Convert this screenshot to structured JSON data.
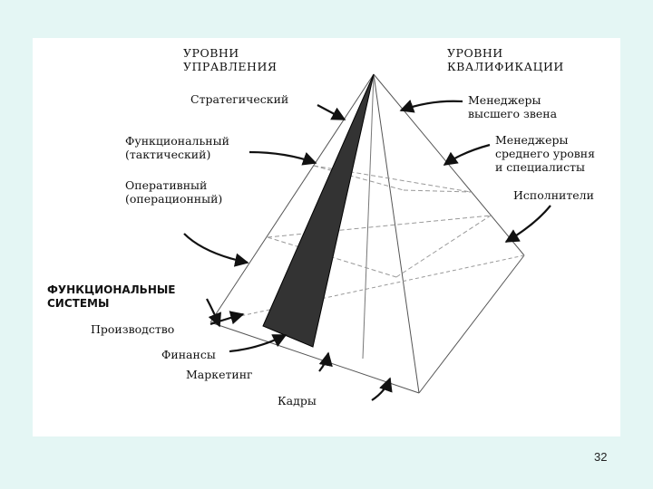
{
  "headers": {
    "management_levels": "УРОВНИ\nУПРАВЛЕНИЯ",
    "qualification_levels": "УРОВНИ\nКВАЛИФИКАЦИИ"
  },
  "management_labels": [
    "Стратегический",
    "Функциональный\n(тактический)",
    "Оперативный\n(операционный)"
  ],
  "qualification_labels": [
    "Менеджеры\nвысшего звена",
    "Менеджеры\nсреднего уровня\nи специалисты",
    "Исполнители"
  ],
  "functional_systems": {
    "title": "ФУНКЦИОНАЛЬНЫЕ\nСИСТЕМЫ",
    "items": [
      "Производство",
      "Финансы",
      "Маркетинг",
      "Кадры"
    ]
  },
  "page_number": "32"
}
